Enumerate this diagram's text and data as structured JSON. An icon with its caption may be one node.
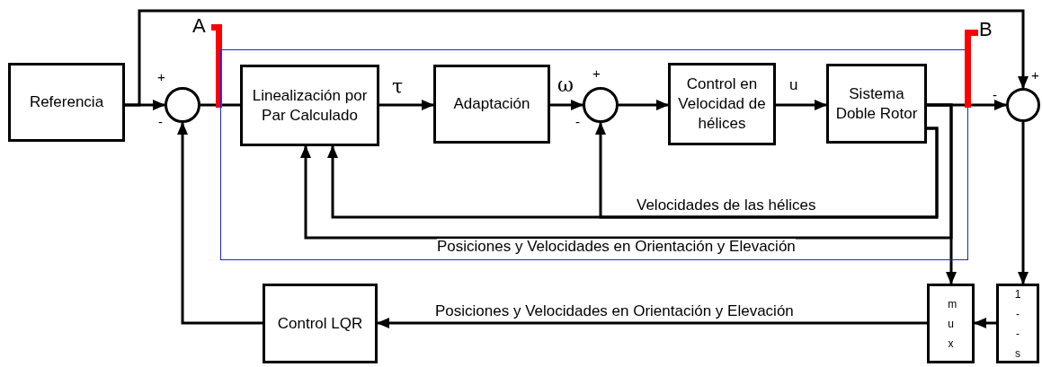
{
  "diagram": {
    "nodes": [
      {
        "text": [
          "Referencia"
        ]
      },
      {
        "text": [],
        "shape": "circle",
        "beside": [
          "+",
          "-"
        ]
      },
      {
        "text": [],
        "shape": "bar",
        "beside": [
          "A"
        ]
      },
      {
        "text": [],
        "shape": "box"
      },
      {
        "text": [
          "Linealización por Par Calculado"
        ],
        "in": 3
      },
      {
        "text": [
          "Adaptación"
        ],
        "in": 3
      },
      {
        "text": [],
        "shape": "circle",
        "in": 3,
        "beside": [
          "+",
          "-"
        ]
      },
      {
        "text": [
          "Control en Velocidad de hélices"
        ],
        "in": 3
      },
      {
        "text": [
          "Sistema Doble Rotor"
        ],
        "in": 3
      },
      {
        "text": [],
        "shape": "bar",
        "beside": [
          "B"
        ]
      },
      {
        "text": [],
        "shape": "circle",
        "beside": [
          "+",
          "-"
        ]
      },
      {
        "text": [
          "m u x"
        ]
      },
      {
        "text": [
          "1 -- s"
        ]
      },
      {
        "text": [
          "Control LQR"
        ]
      }
    ],
    "edges": [
      {
        "from": 0,
        "to": 1,
        "arrow": "to"
      },
      {
        "from": 0,
        "to": 10,
        "arrow": "to"
      },
      {
        "from": 1,
        "to": 4,
        "arrow": "none"
      },
      {
        "from": 4,
        "to": 5,
        "arrow": "to",
        "label": "τ"
      },
      {
        "from": 5,
        "to": 6,
        "arrow": "to",
        "label": "ω"
      },
      {
        "from": 6,
        "to": 7,
        "arrow": "to"
      },
      {
        "from": 7,
        "to": 8,
        "arrow": "to",
        "label": "u"
      },
      {
        "from": 8,
        "to": 10,
        "arrow": "to"
      },
      {
        "from": 8,
        "to": 4,
        "arrow": "to",
        "label": "Velocidades de las hélices"
      },
      {
        "from": 8,
        "to": 6,
        "arrow": "to"
      },
      {
        "from": 8,
        "to": 4,
        "arrow": "to",
        "label": "Posiciones y Velocidades en Orientación y Elevación"
      },
      {
        "from": 8,
        "to": 11,
        "arrow": "to"
      },
      {
        "from": 10,
        "to": 12,
        "arrow": "to"
      },
      {
        "from": 12,
        "to": 11,
        "arrow": "to"
      },
      {
        "from": 11,
        "to": 13,
        "arrow": "to",
        "label": "Posiciones y Velocidades en Orientación y Elevación"
      },
      {
        "from": 13,
        "to": 1,
        "arrow": "to"
      }
    ]
  }
}
